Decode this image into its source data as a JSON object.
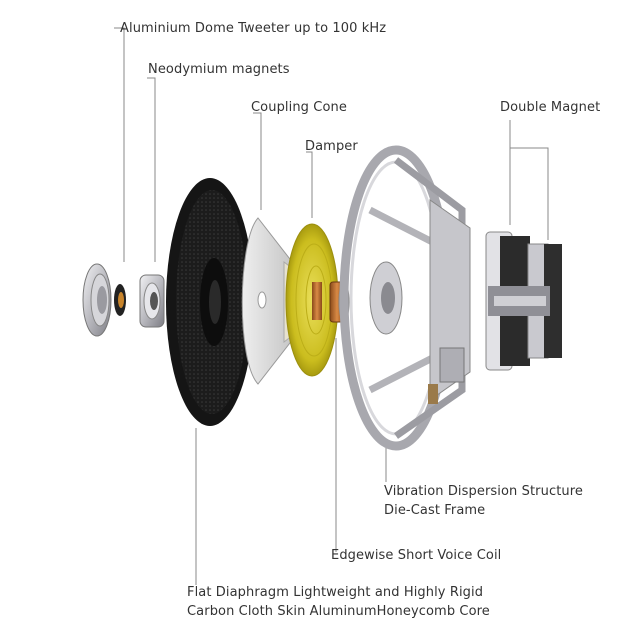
{
  "labels": {
    "tweeter": "Aluminium Dome Tweeter up to 100 kHz",
    "neodymium": "Neodymium magnets",
    "coupling_cone": "Coupling Cone",
    "damper": "Damper",
    "double_magnet": "Double Magnet",
    "frame_line1": "Vibration Dispersion Structure",
    "frame_line2": "Die-Cast Frame",
    "voice_coil": "Edgewise Short Voice Coil",
    "diaphragm_line1": "Flat Diaphragm Lightweight and Highly Rigid",
    "diaphragm_line2": "Carbon Cloth Skin AluminumHoneycomb Core"
  },
  "colors": {
    "text": "#333333",
    "leader": "#888888",
    "damper": "#d9cc2a",
    "surround": "#1a1a1a",
    "metal": "#c8c8cc",
    "magnet": "#2b2b2b",
    "coil": "#b86a2a"
  }
}
